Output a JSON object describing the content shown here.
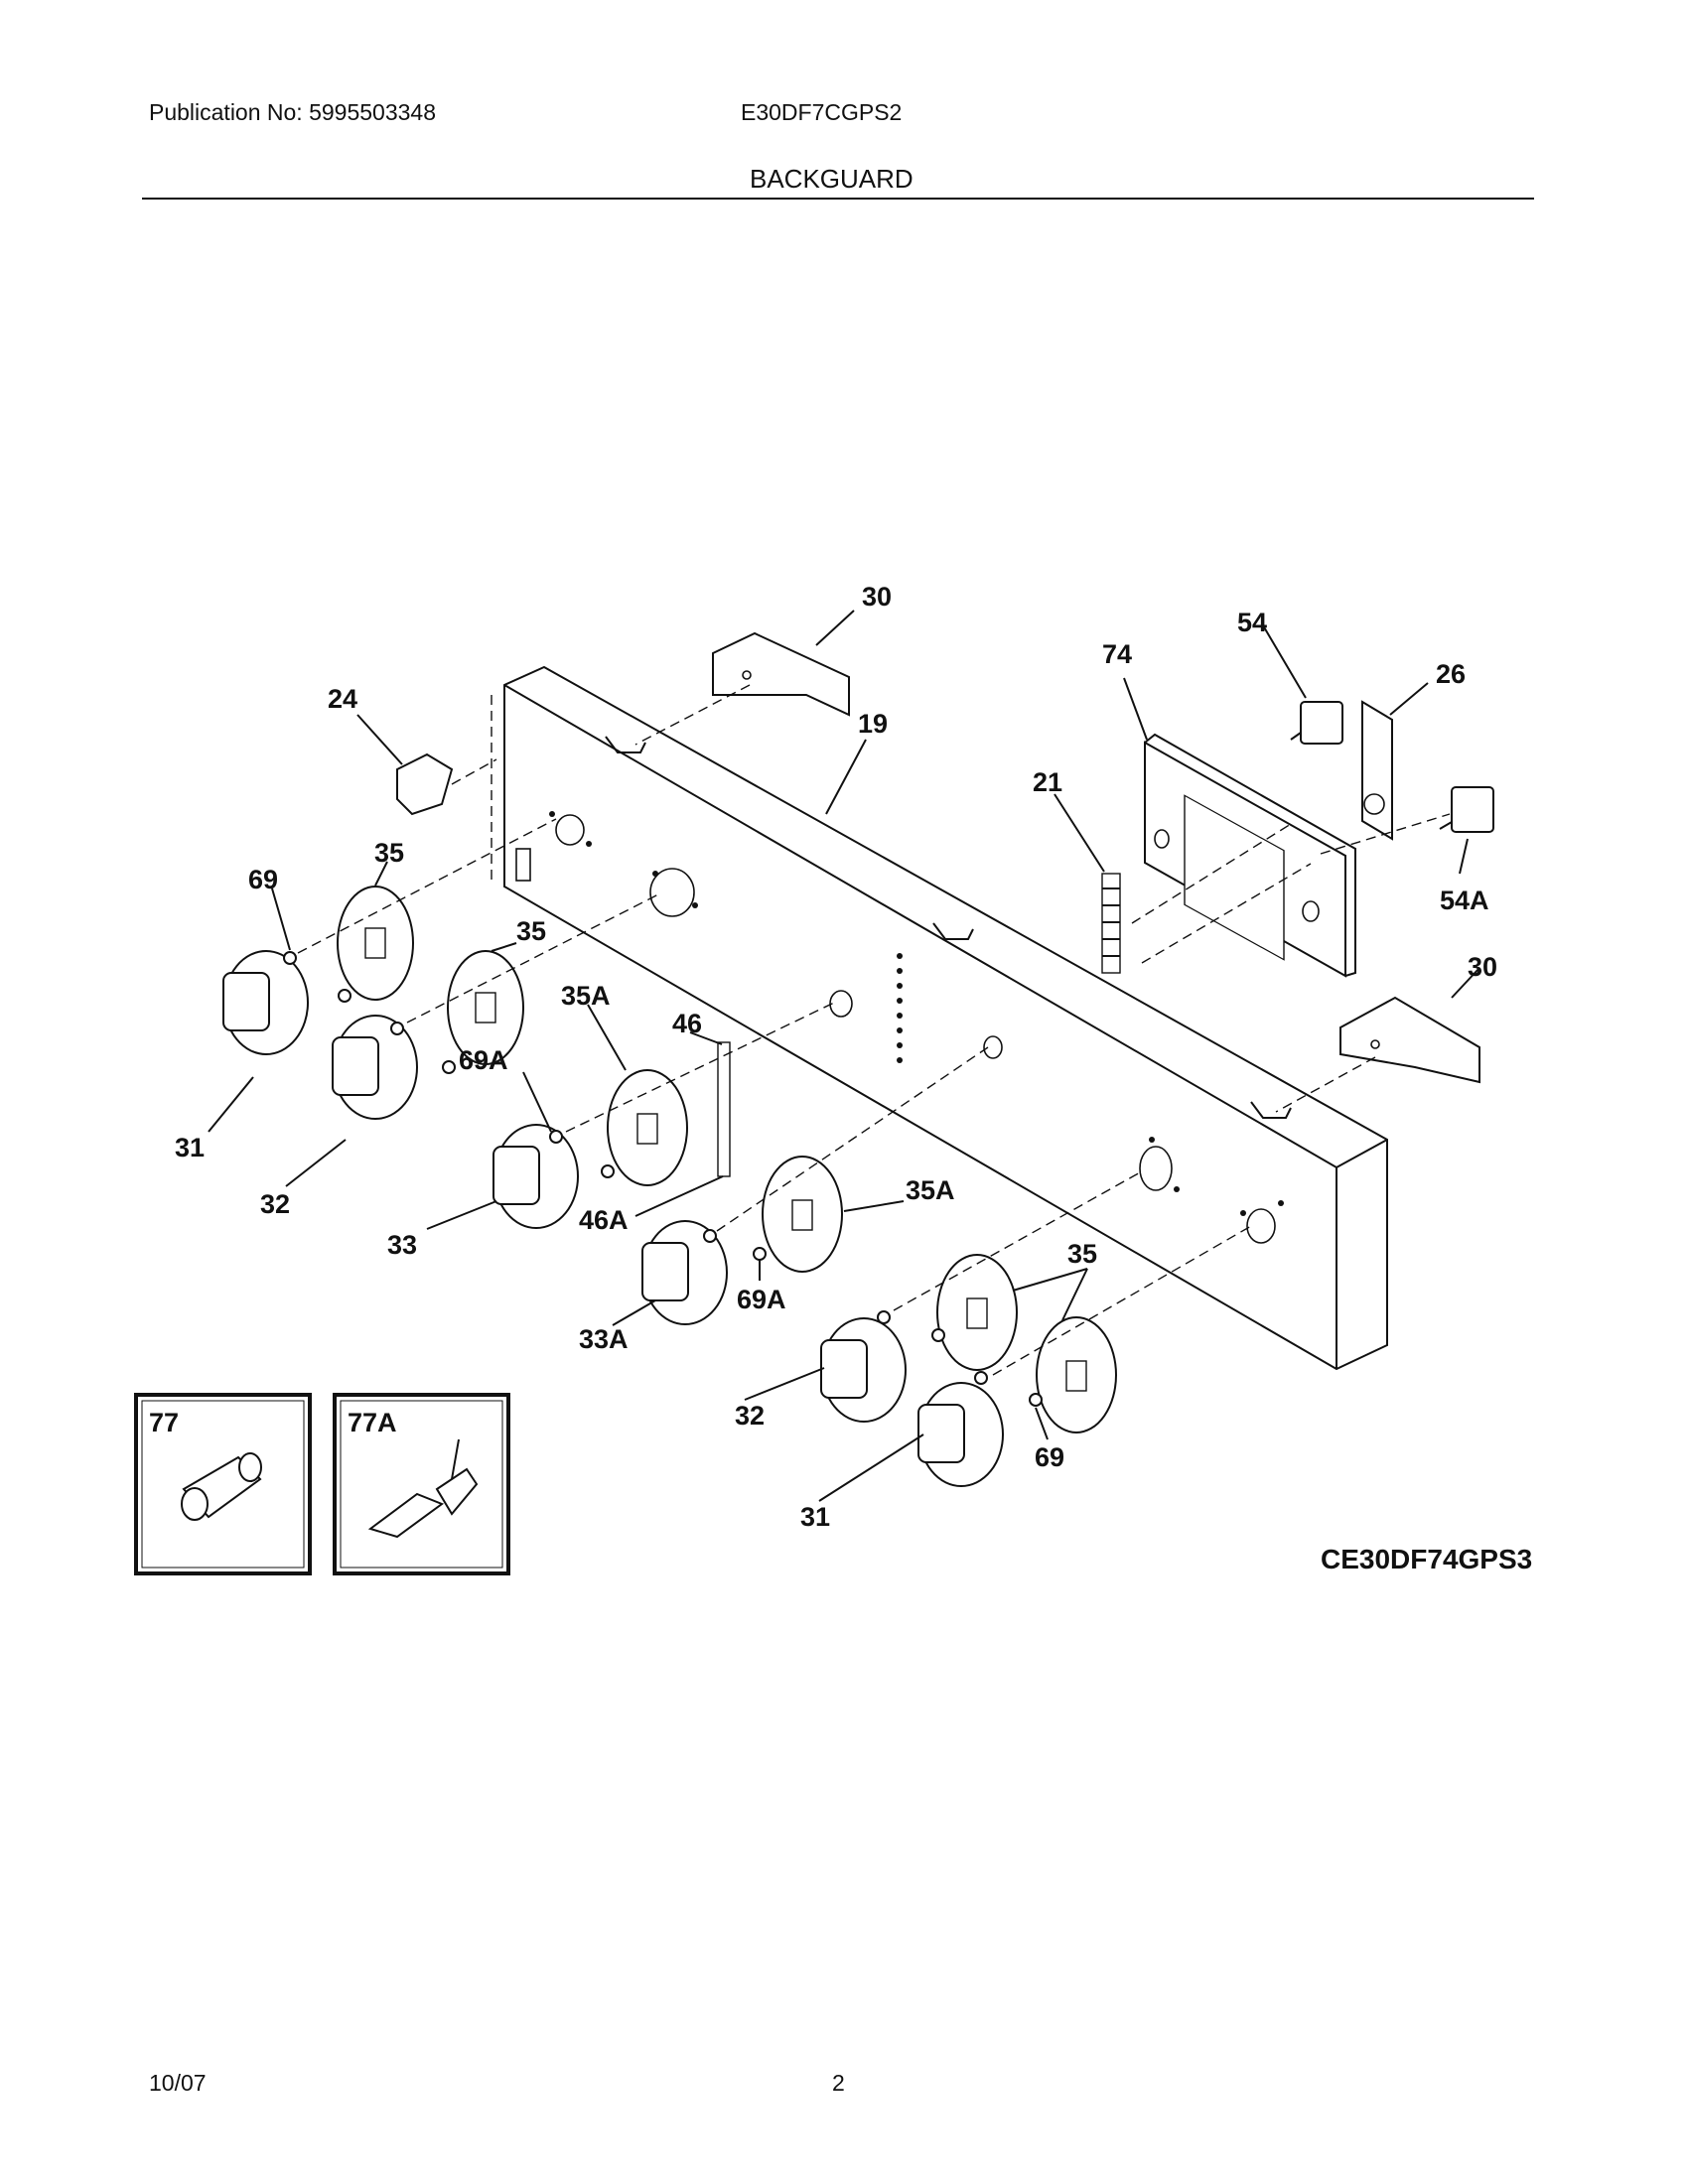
{
  "header": {
    "publication": "Publication No: 5995503348",
    "model": "E30DF7CGPS2",
    "section": "BACKGUARD"
  },
  "diagram": {
    "code": "CE30DF74GPS3",
    "labels": {
      "l30a": "30",
      "l30b": "30",
      "l24": "24",
      "l19": "19",
      "l74": "74",
      "l54": "54",
      "l26": "26",
      "l21": "21",
      "l54A": "54A",
      "l69a": "69",
      "l35a": "35",
      "l35b": "35",
      "l35Aa": "35A",
      "l46": "46",
      "l69Aa": "69A",
      "l31a": "31",
      "l32a": "32",
      "l33": "33",
      "l46A": "46A",
      "l35Ab": "35A",
      "l33A": "33A",
      "l69Ab": "69A",
      "l35c": "35",
      "l32b": "32",
      "l31b": "31",
      "l69b": "69"
    },
    "insets": [
      {
        "label": "77"
      },
      {
        "label": "77A"
      }
    ]
  },
  "footer": {
    "date": "10/07",
    "page": "2"
  }
}
